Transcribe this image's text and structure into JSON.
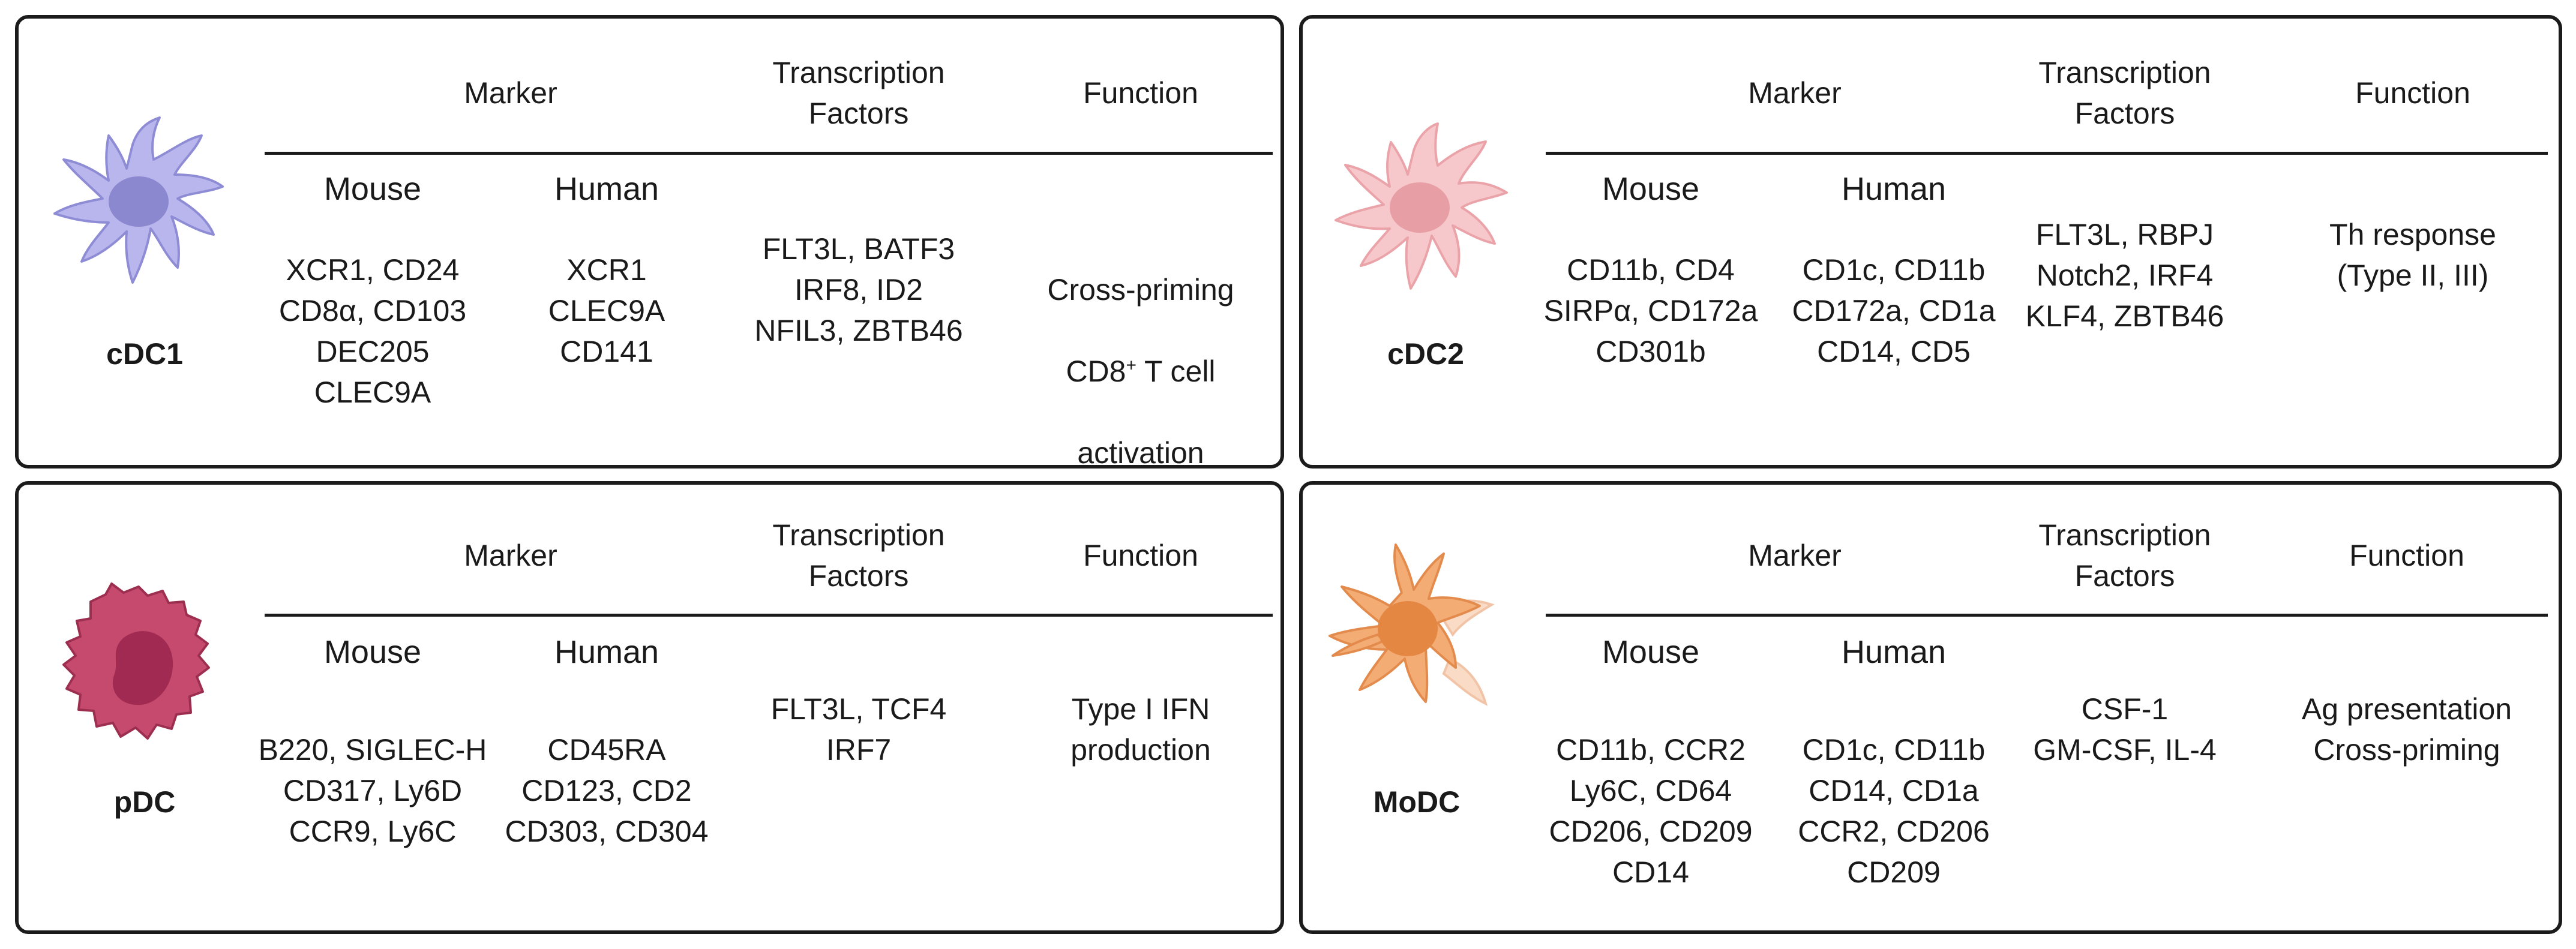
{
  "headers": {
    "marker": "Marker",
    "transcription_factors": "Transcription\nFactors",
    "function": "Function",
    "mouse": "Mouse",
    "human": "Human"
  },
  "panels": [
    {
      "name": "cDC1",
      "mouse": "XCR1, CD24\nCD8α, CD103\nDEC205\nCLEC9A",
      "human": "XCR1\nCLEC9A\nCD141",
      "tf": "FLT3L, BATF3\nIRF8, ID2\nNFIL3, ZBTB46",
      "function_line1": "Cross-priming",
      "function_line2_a": "CD8",
      "function_line2_sup": "+",
      "function_line2_b": " T cell",
      "function_line3": "activation",
      "color": "#b5b3ea"
    },
    {
      "name": "cDC2",
      "mouse": "CD11b, CD4\nSIRPα, CD172a\nCD301b",
      "human": "CD1c, CD11b\nCD172a, CD1a\nCD14, CD5",
      "tf": "FLT3L, RBPJ\nNotch2, IRF4\nKLF4, ZBTB46",
      "function": "Th response\n(Type II, III)",
      "color": "#f6c4c7"
    },
    {
      "name": "pDC",
      "mouse": "B220, SIGLEC-H\nCD317, Ly6D\nCCR9, Ly6C",
      "human": "CD45RA\nCD123, CD2\nCD303, CD304",
      "tf": "FLT3L, TCF4\nIRF7",
      "function": "Type I IFN\nproduction",
      "color": "#c4466a"
    },
    {
      "name": "MoDC",
      "mouse": "CD11b, CCR2\nLy6C, CD64\nCD206, CD209\nCD14",
      "human": "CD1c, CD11b\nCD14, CD1a\nCCR2, CD206\nCD209",
      "tf": "CSF-1\nGM-CSF, IL-4",
      "function": "Ag presentation\nCross-priming",
      "color": "#f3ab75"
    }
  ]
}
